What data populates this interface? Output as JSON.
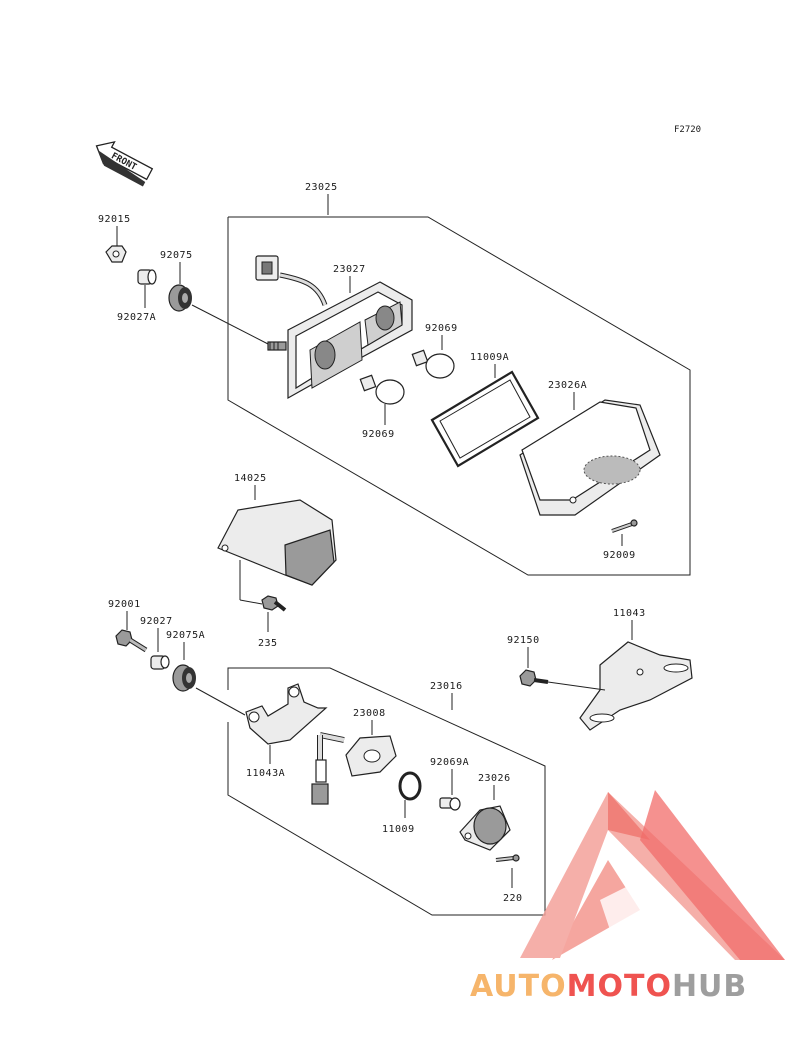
{
  "figure_id": "F2720",
  "front_label": "FRONT",
  "parts": {
    "p23025": "23025",
    "p92015": "92015",
    "p92075": "92075",
    "p92027A": "92027A",
    "p23027": "23027",
    "p92069_top": "92069",
    "p11009A": "11009A",
    "p23026A": "23026A",
    "p92069_bot": "92069",
    "p92009": "92009",
    "p14025": "14025",
    "p235": "235",
    "p92001": "92001",
    "p92027": "92027",
    "p92075A": "92075A",
    "p11043": "11043",
    "p92150": "92150",
    "p23016": "23016",
    "p23008": "23008",
    "p11043A": "11043A",
    "p92069A": "92069A",
    "p23026": "23026",
    "p11009": "11009",
    "p220": "220"
  },
  "watermark": {
    "part1": "AUTO",
    "part2": "MOTO",
    "part3": "HUB",
    "colors": {
      "orange": "#f6b56b",
      "red": "#ef5350",
      "gray": "#9e9e9e",
      "logo": "#f28b82"
    }
  }
}
